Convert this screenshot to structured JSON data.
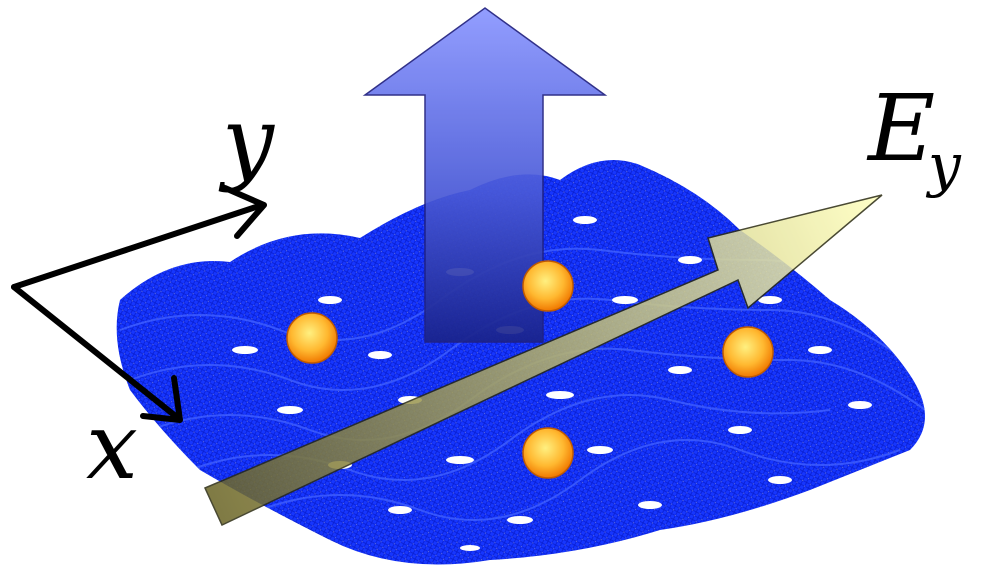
{
  "labels": {
    "axis_y": "y",
    "axis_x": "x",
    "field_main": "E",
    "field_sub": "y"
  },
  "colors": {
    "lattice": "#1a3cff",
    "lattice_hole": "#ffffff",
    "up_arrow_top": "#8090ff",
    "up_arrow_bottom": "#1e2a90",
    "field_arrow_tip": "#ffffb0",
    "field_arrow_tail": "#6e6a28",
    "particle_center": "#ffe060",
    "particle_edge": "#f08000",
    "axes": "#000000"
  },
  "particles_count": 4
}
